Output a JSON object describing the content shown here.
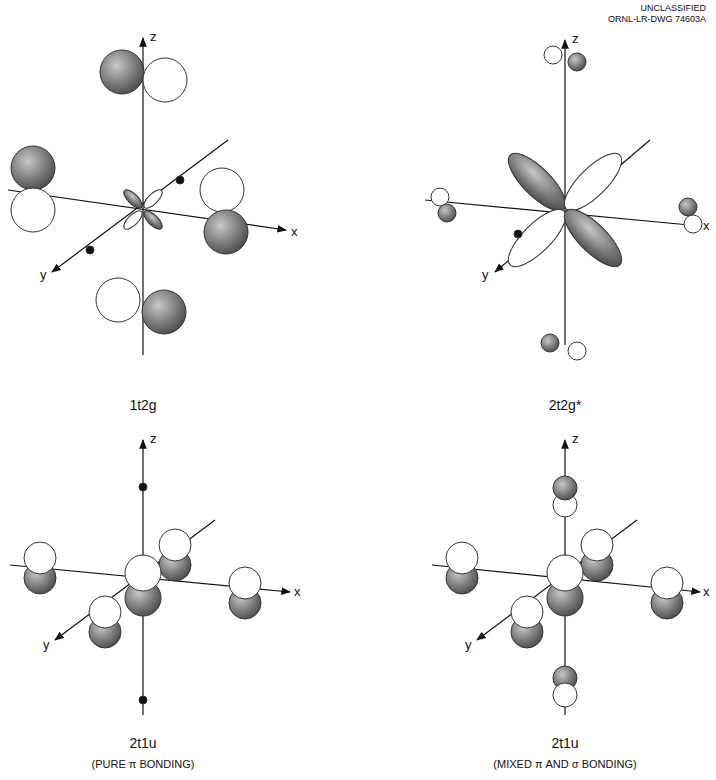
{
  "diagram": {
    "labels": [
      "UNCLASSIFIED",
      "ORNL-LR-DWG 74603A",
      "z",
      "x",
      "y",
      "z",
      "x",
      "y",
      "1t2g",
      "2t2g*",
      "z",
      "x",
      "y",
      "z",
      "x",
      "y",
      "2t1u",
      "(PURE π BONDING)",
      "2t1u",
      "(MIXED π AND σ BONDING)"
    ]
  }
}
